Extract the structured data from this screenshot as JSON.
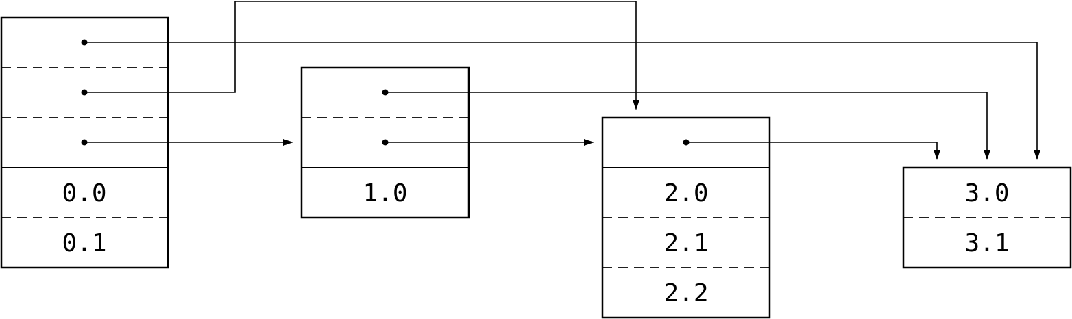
{
  "node_0": {
    "values": [
      "0.0",
      "0.1"
    ]
  },
  "node_1": {
    "values": [
      "1.0"
    ]
  },
  "node_2": {
    "values": [
      "2.0",
      "2.1",
      "2.2"
    ]
  },
  "node_3": {
    "values": [
      "3.0",
      "3.1"
    ]
  }
}
